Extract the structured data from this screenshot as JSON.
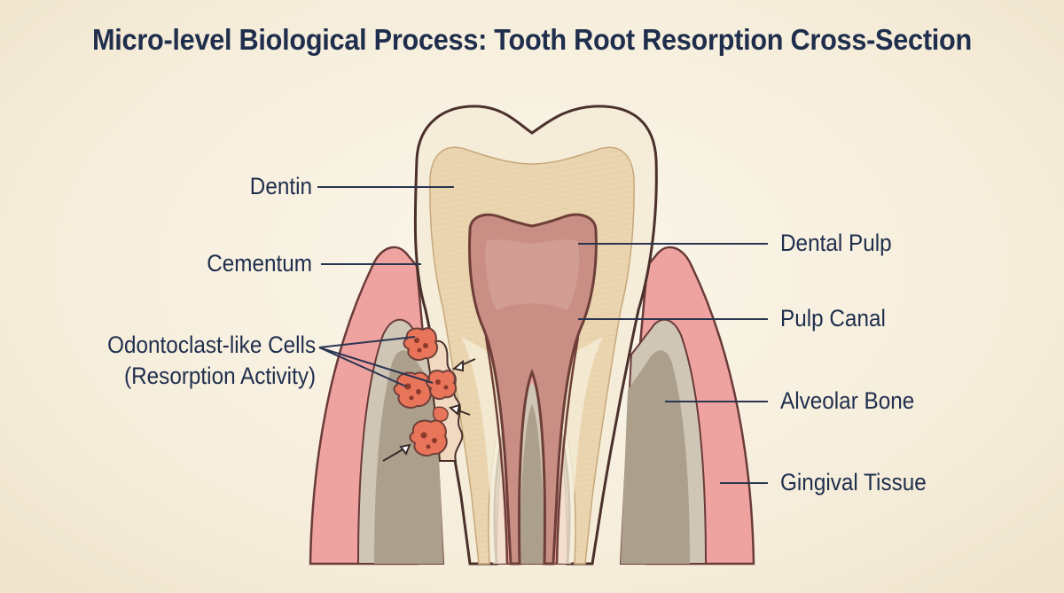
{
  "title": "Micro-level Biological Process: Tooth Root Resorption Cross-Section",
  "labels": {
    "dentin": "Dentin",
    "cementum": "Cementum",
    "odontoclast_line1": "Odontoclast-like Cells",
    "odontoclast_line2": "(Resorption Activity)",
    "dental_pulp": "Dental Pulp",
    "pulp_canal": "Pulp Canal",
    "alveolar_bone": "Alveolar Bone",
    "gingival_tissue": "Gingival Tissue"
  },
  "colors": {
    "title": "#1f2e4d",
    "enamel": "#f5edd9",
    "dentin": "#ead5b0",
    "pulp": "#c98f84",
    "gingiva": "#eea3a0",
    "bone": "#bdb3a3",
    "bone_marrow": "#a99d8b",
    "cell": "#e8745a",
    "outline": "#5a3a35"
  }
}
